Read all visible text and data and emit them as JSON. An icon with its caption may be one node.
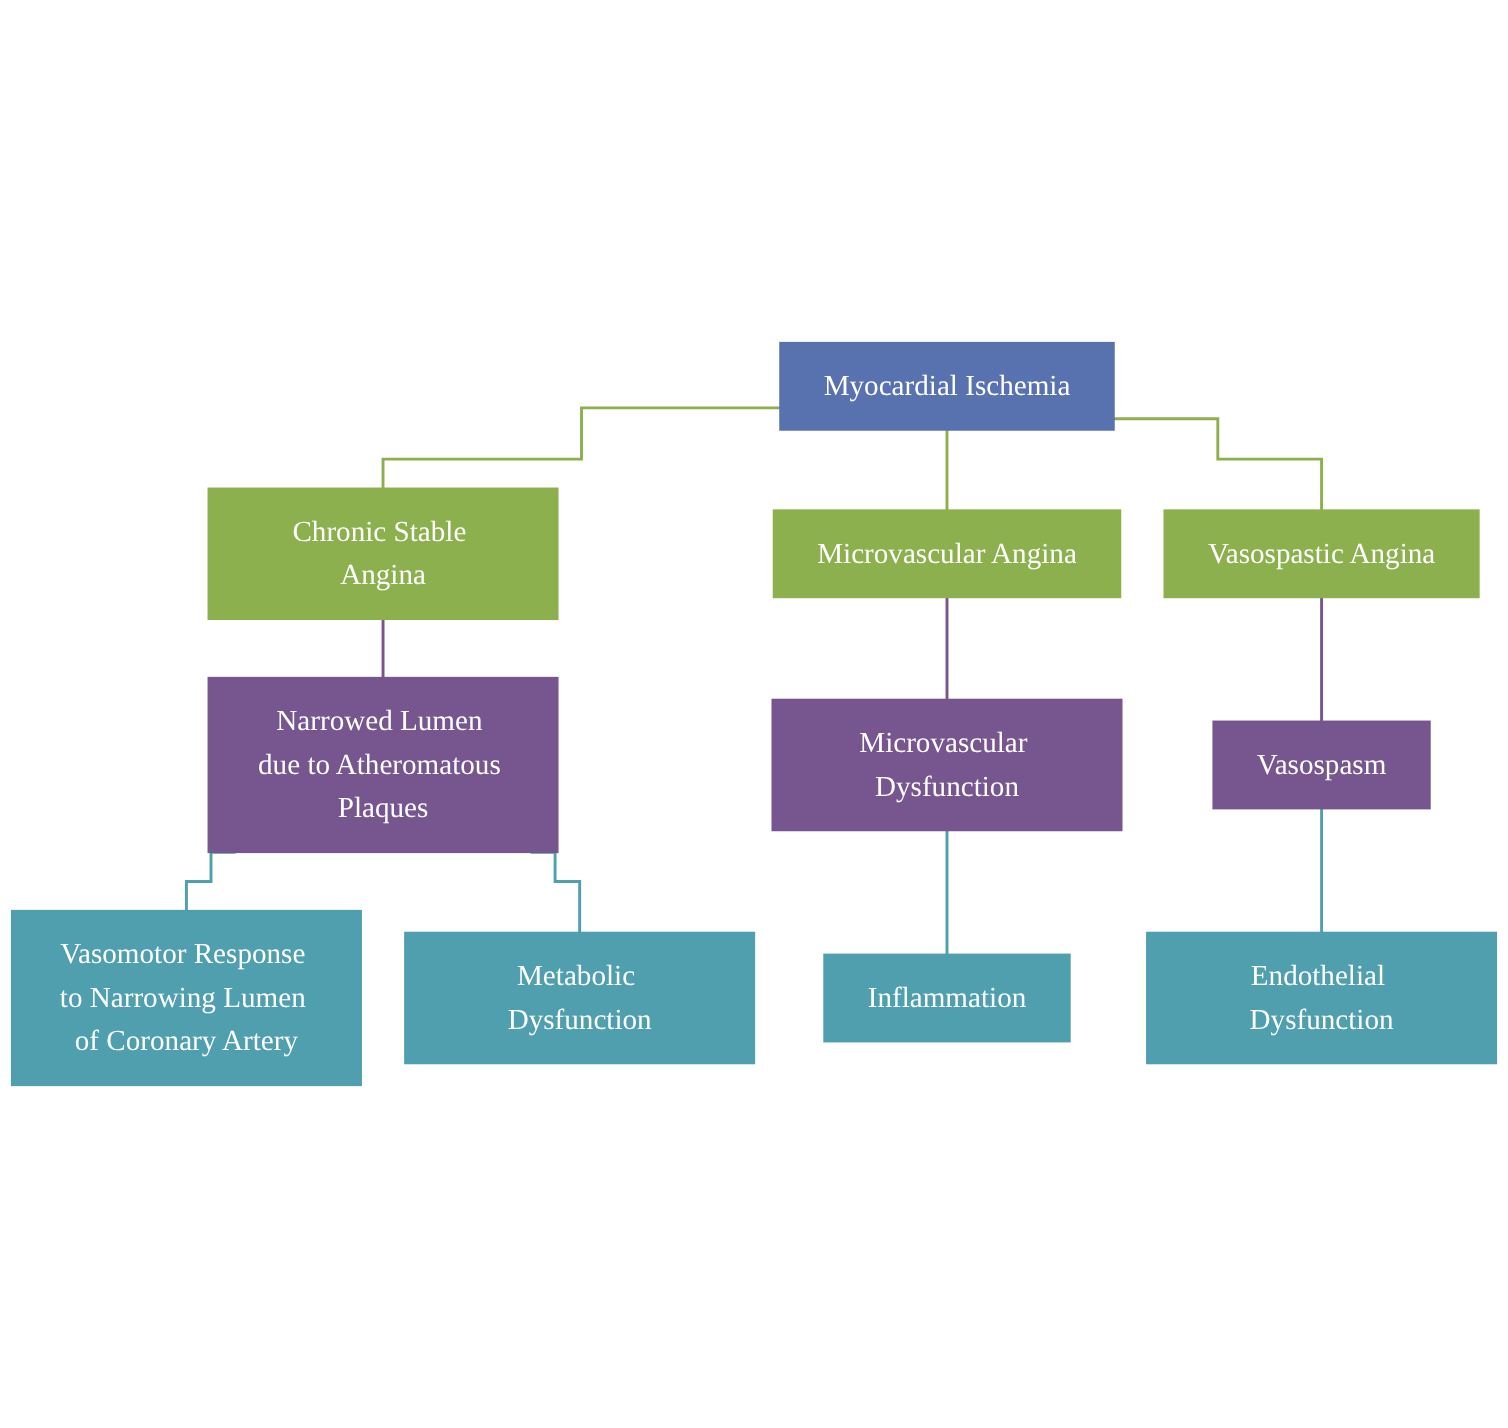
{
  "diagram": {
    "nodes": [
      {
        "text": [
          "Myocardial Ischemia"
        ]
      },
      {
        "text": [
          "Chronic Stable Angina"
        ]
      },
      {
        "text": [
          "Microvascular Angina"
        ]
      },
      {
        "text": [
          "Vasospastic Angina"
        ]
      },
      {
        "text": [
          "Narrowed Lumen due to Atheromatous Plaques"
        ]
      },
      {
        "text": [
          "Microvascular Dysfunction"
        ]
      },
      {
        "text": [
          "Vasospasm"
        ]
      },
      {
        "text": [
          "Vasomotor Response to Narrowing Lumen of Coronary Artery"
        ]
      },
      {
        "text": [
          "Metabolic Dysfunction"
        ]
      },
      {
        "text": [
          "Inflammation"
        ]
      },
      {
        "text": [
          "Endothelial Dysfunction"
        ]
      }
    ],
    "edges": [
      {
        "from": 0,
        "to": 1,
        "arrow": "none",
        "color": "#8db04e"
      },
      {
        "from": 0,
        "to": 2,
        "arrow": "none",
        "color": "#8db04e"
      },
      {
        "from": 0,
        "to": 3,
        "arrow": "none",
        "color": "#8db04e"
      },
      {
        "from": 1,
        "to": 4,
        "arrow": "none",
        "color": "#77558f"
      },
      {
        "from": 2,
        "to": 5,
        "arrow": "none",
        "color": "#77558f"
      },
      {
        "from": 3,
        "to": 6,
        "arrow": "none",
        "color": "#77558f"
      },
      {
        "from": 4,
        "to": 7,
        "arrow": "none"
      },
      {
        "from": 4,
        "to": 8,
        "arrow": "none"
      },
      {
        "from": 5,
        "to": 9,
        "arrow": "none"
      },
      {
        "from": 6,
        "to": 10,
        "arrow": "none"
      }
    ]
  }
}
